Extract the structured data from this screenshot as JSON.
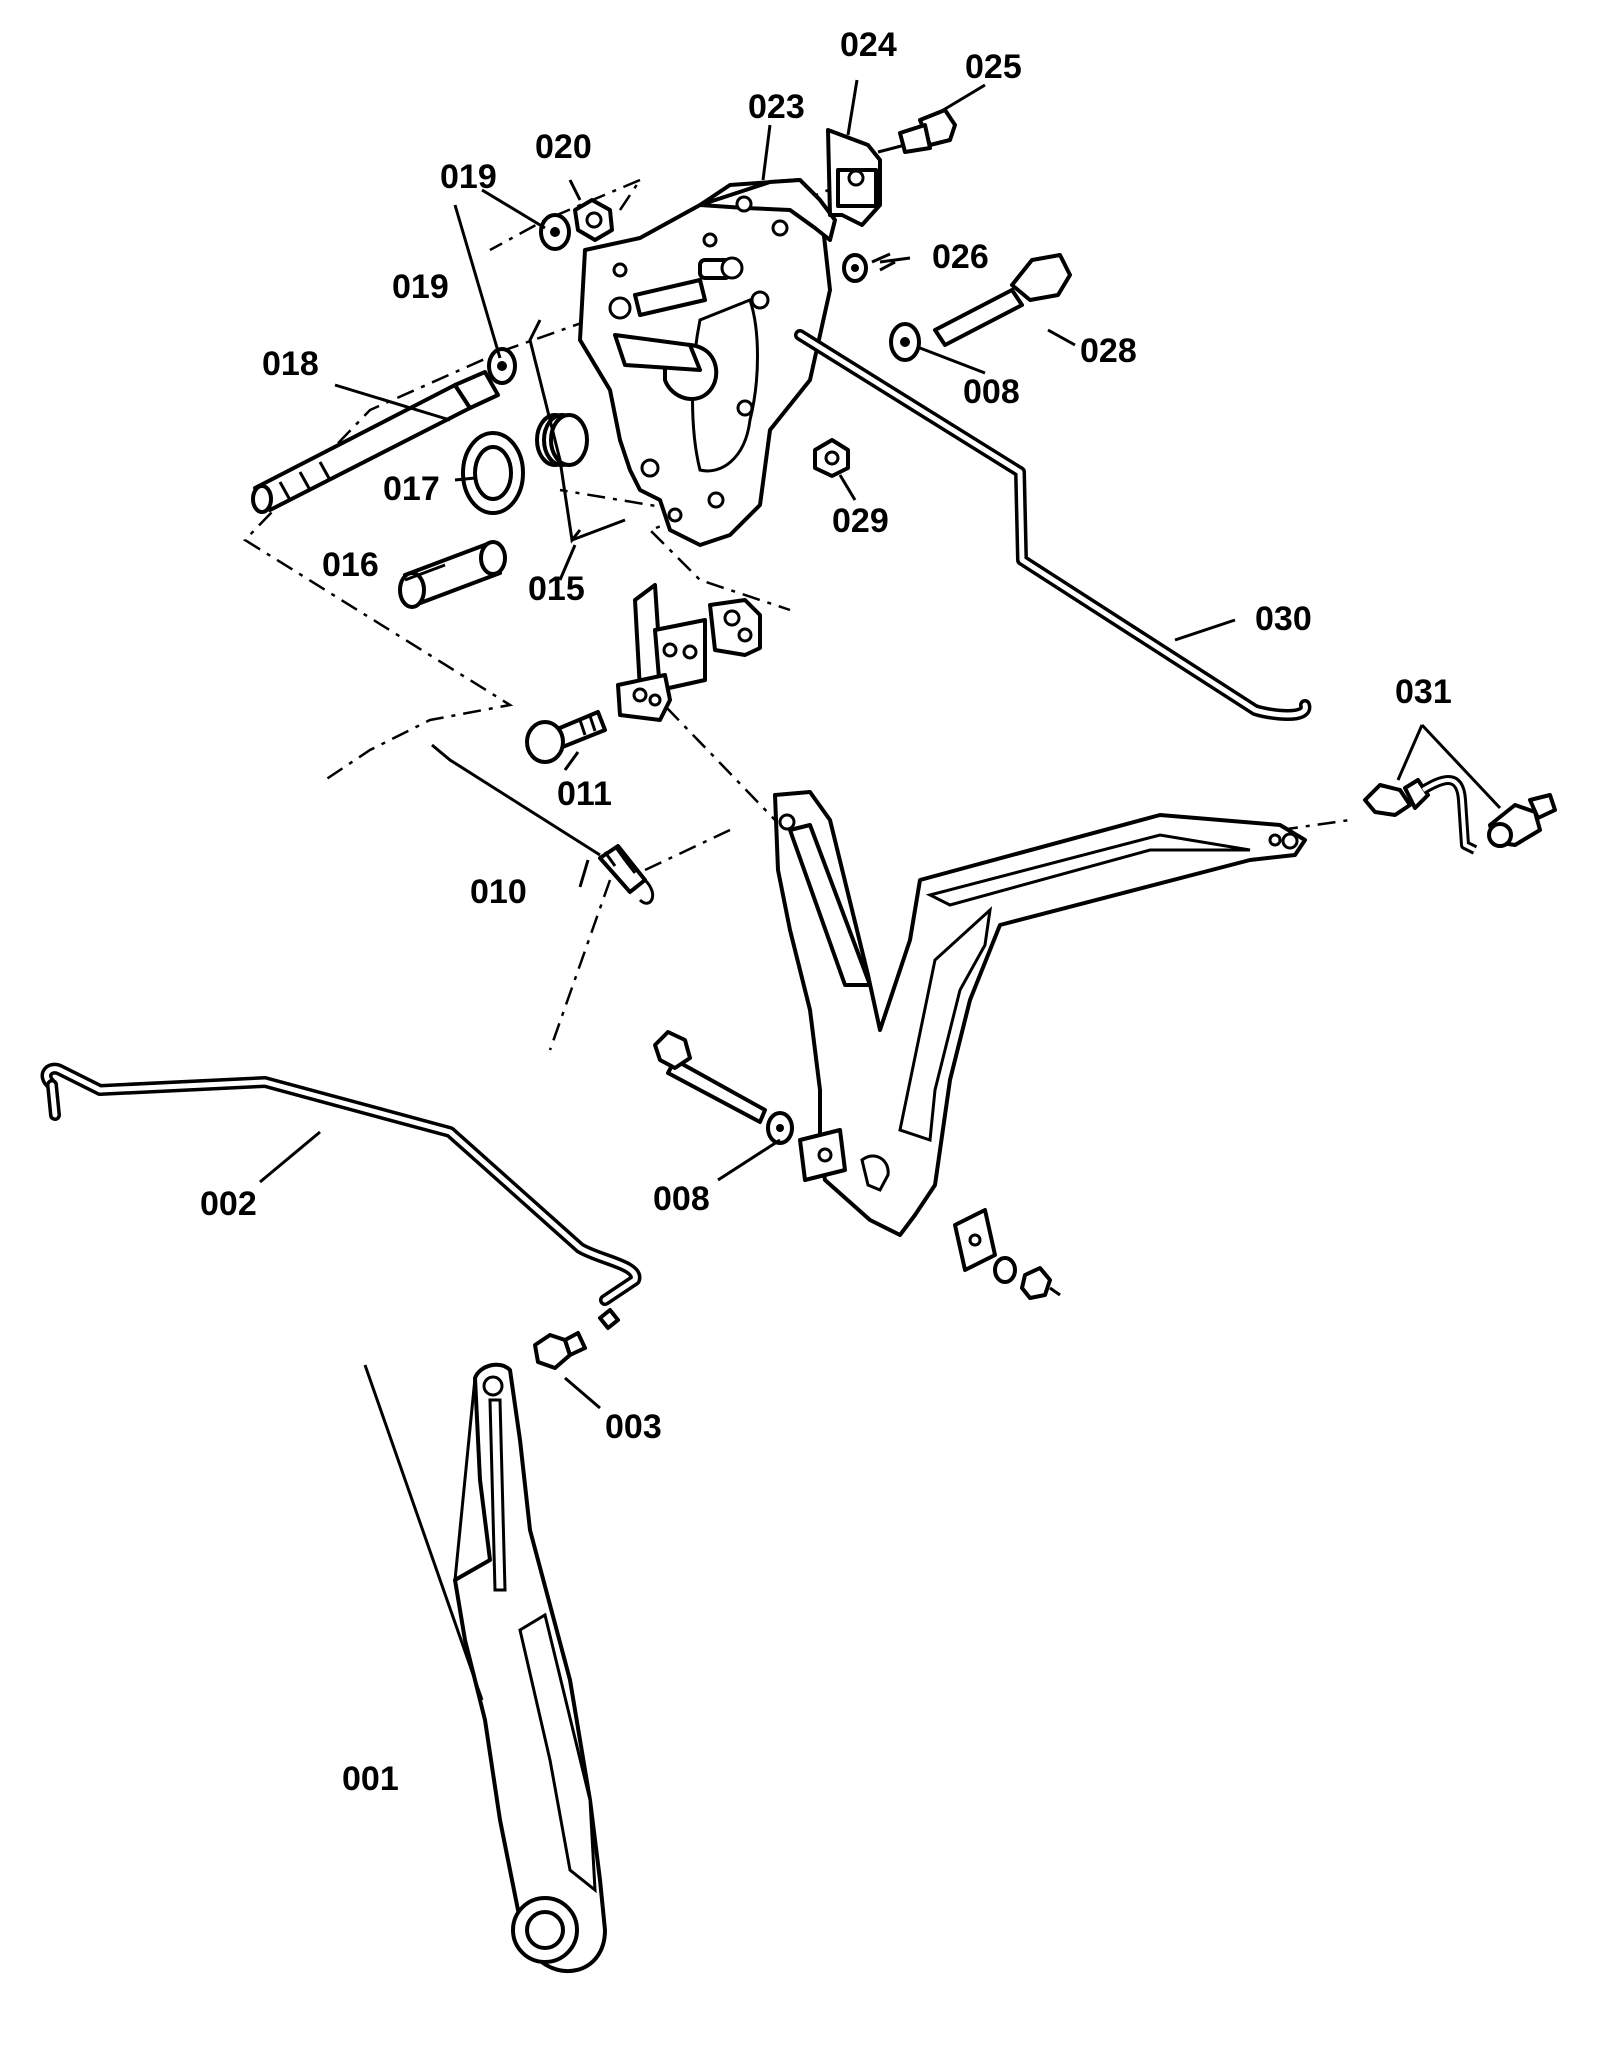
{
  "labels": {
    "p001": "001",
    "p002": "002",
    "p003": "003",
    "p008a": "008",
    "p008b": "008",
    "p010": "010",
    "p011": "011",
    "p015": "015",
    "p016": "016",
    "p017": "017",
    "p018": "018",
    "p019a": "019",
    "p019b": "019",
    "p020": "020",
    "p023": "023",
    "p024": "024",
    "p025": "025",
    "p026": "026",
    "p028": "028",
    "p029": "029",
    "p030": "030",
    "p031": "031"
  },
  "colors": {
    "ink": "#000000",
    "paper": "#ffffff"
  }
}
